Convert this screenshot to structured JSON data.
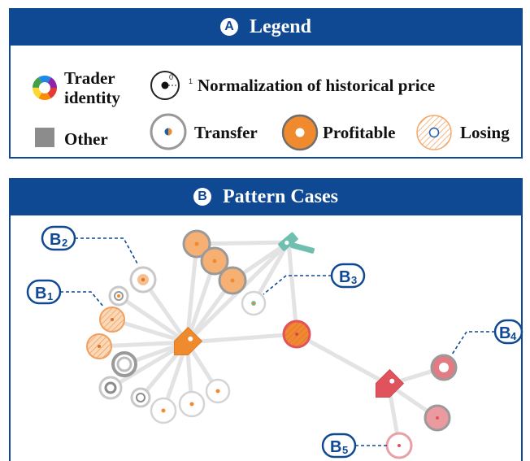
{
  "legend_panel": {
    "badge": "A",
    "title": "Legend",
    "trader_identity_label": "Trader identity",
    "trader_identity_line1": "Trader",
    "trader_identity_line2": "identity",
    "other_label": "Other",
    "normalization_label": "Normalization of historical price",
    "normalization_min": "0",
    "normalization_max": "1",
    "transfer_label": "Transfer",
    "profitable_label": "Profitable",
    "losing_label": "Losing"
  },
  "cases_panel": {
    "badge": "B",
    "title": "Pattern Cases",
    "callouts": [
      {
        "id": "b1",
        "letter": "B",
        "number": "1"
      },
      {
        "id": "b2",
        "letter": "B",
        "number": "2"
      },
      {
        "id": "b3",
        "letter": "B",
        "number": "3"
      },
      {
        "id": "b4",
        "letter": "B",
        "number": "4"
      },
      {
        "id": "b5",
        "letter": "B",
        "number": "5"
      }
    ]
  },
  "colors": {
    "banner": "#0f4994",
    "profitable_orange": "#f08a2e",
    "losing_red": "#e0525c",
    "teal": "#6fbfb0",
    "other_gray": "#8c8c8c"
  }
}
